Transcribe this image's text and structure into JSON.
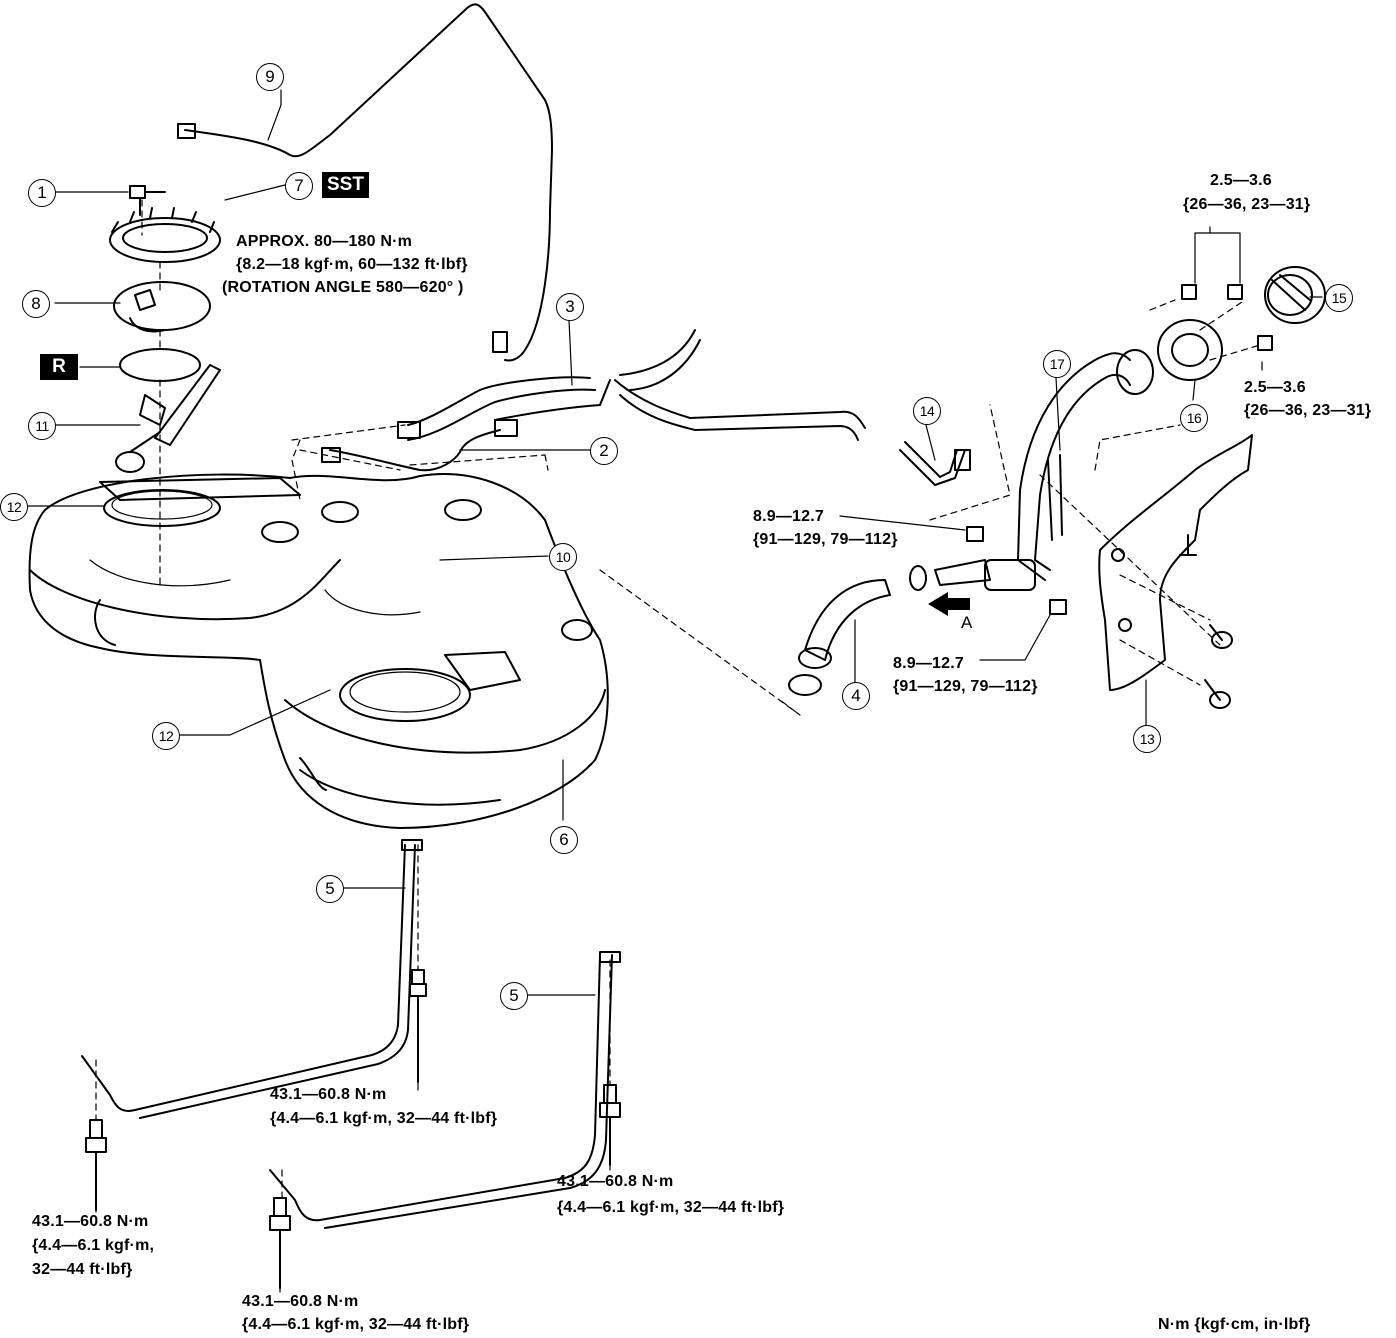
{
  "callouts": {
    "c1": "1",
    "c2": "2",
    "c3": "3",
    "c4": "4",
    "c5a": "5",
    "c5b": "5",
    "c6": "6",
    "c7": "7",
    "c8": "8",
    "c9": "9",
    "c10": "10",
    "c11": "11",
    "c12a": "12",
    "c12b": "12",
    "c13": "13",
    "c14": "14",
    "c15": "15",
    "c16": "16",
    "c17": "17"
  },
  "badges": {
    "sst": "SST",
    "r": "R",
    "arrow_a": "A"
  },
  "torque": {
    "pump_ring": {
      "line1": "APPROX. 80—180 N·m",
      "line2": "{8.2—18 kgf·m, 60—132 ft·lbf}",
      "line3": "(ROTATION ANGLE 580—620° )"
    },
    "cap_bolts_top": {
      "line1": "2.5—3.6",
      "line2": "{26—36, 23—31}"
    },
    "cap_bolts_right": {
      "line1": "2.5—3.6",
      "line2": "{26—36, 23—31}"
    },
    "filler_bolt_upper": {
      "line1": "8.9—12.7",
      "line2": "{91—129, 79—112}"
    },
    "filler_bolt_lower": {
      "line1": "8.9—12.7",
      "line2": "{91—129, 79—112}"
    },
    "band_center": {
      "line1": "43.1—60.8 N·m",
      "line2": "{4.4—6.1 kgf·m, 32—44 ft·lbf}"
    },
    "band_left": {
      "line1": "43.1—60.8 N·m",
      "line2": "{4.4—6.1 kgf·m,",
      "line3": "32—44 ft·lbf}"
    },
    "band_right": {
      "line1": "43.1—60.8 N·m",
      "line2": "{4.4—6.1 kgf·m, 32—44 ft·lbf}"
    },
    "band_bottom": {
      "line1": "43.1—60.8 N·m",
      "line2": "{4.4—6.1 kgf·m, 32—44 ft·lbf}"
    }
  },
  "units_note": "N·m {kgf·cm, in·lbf}"
}
